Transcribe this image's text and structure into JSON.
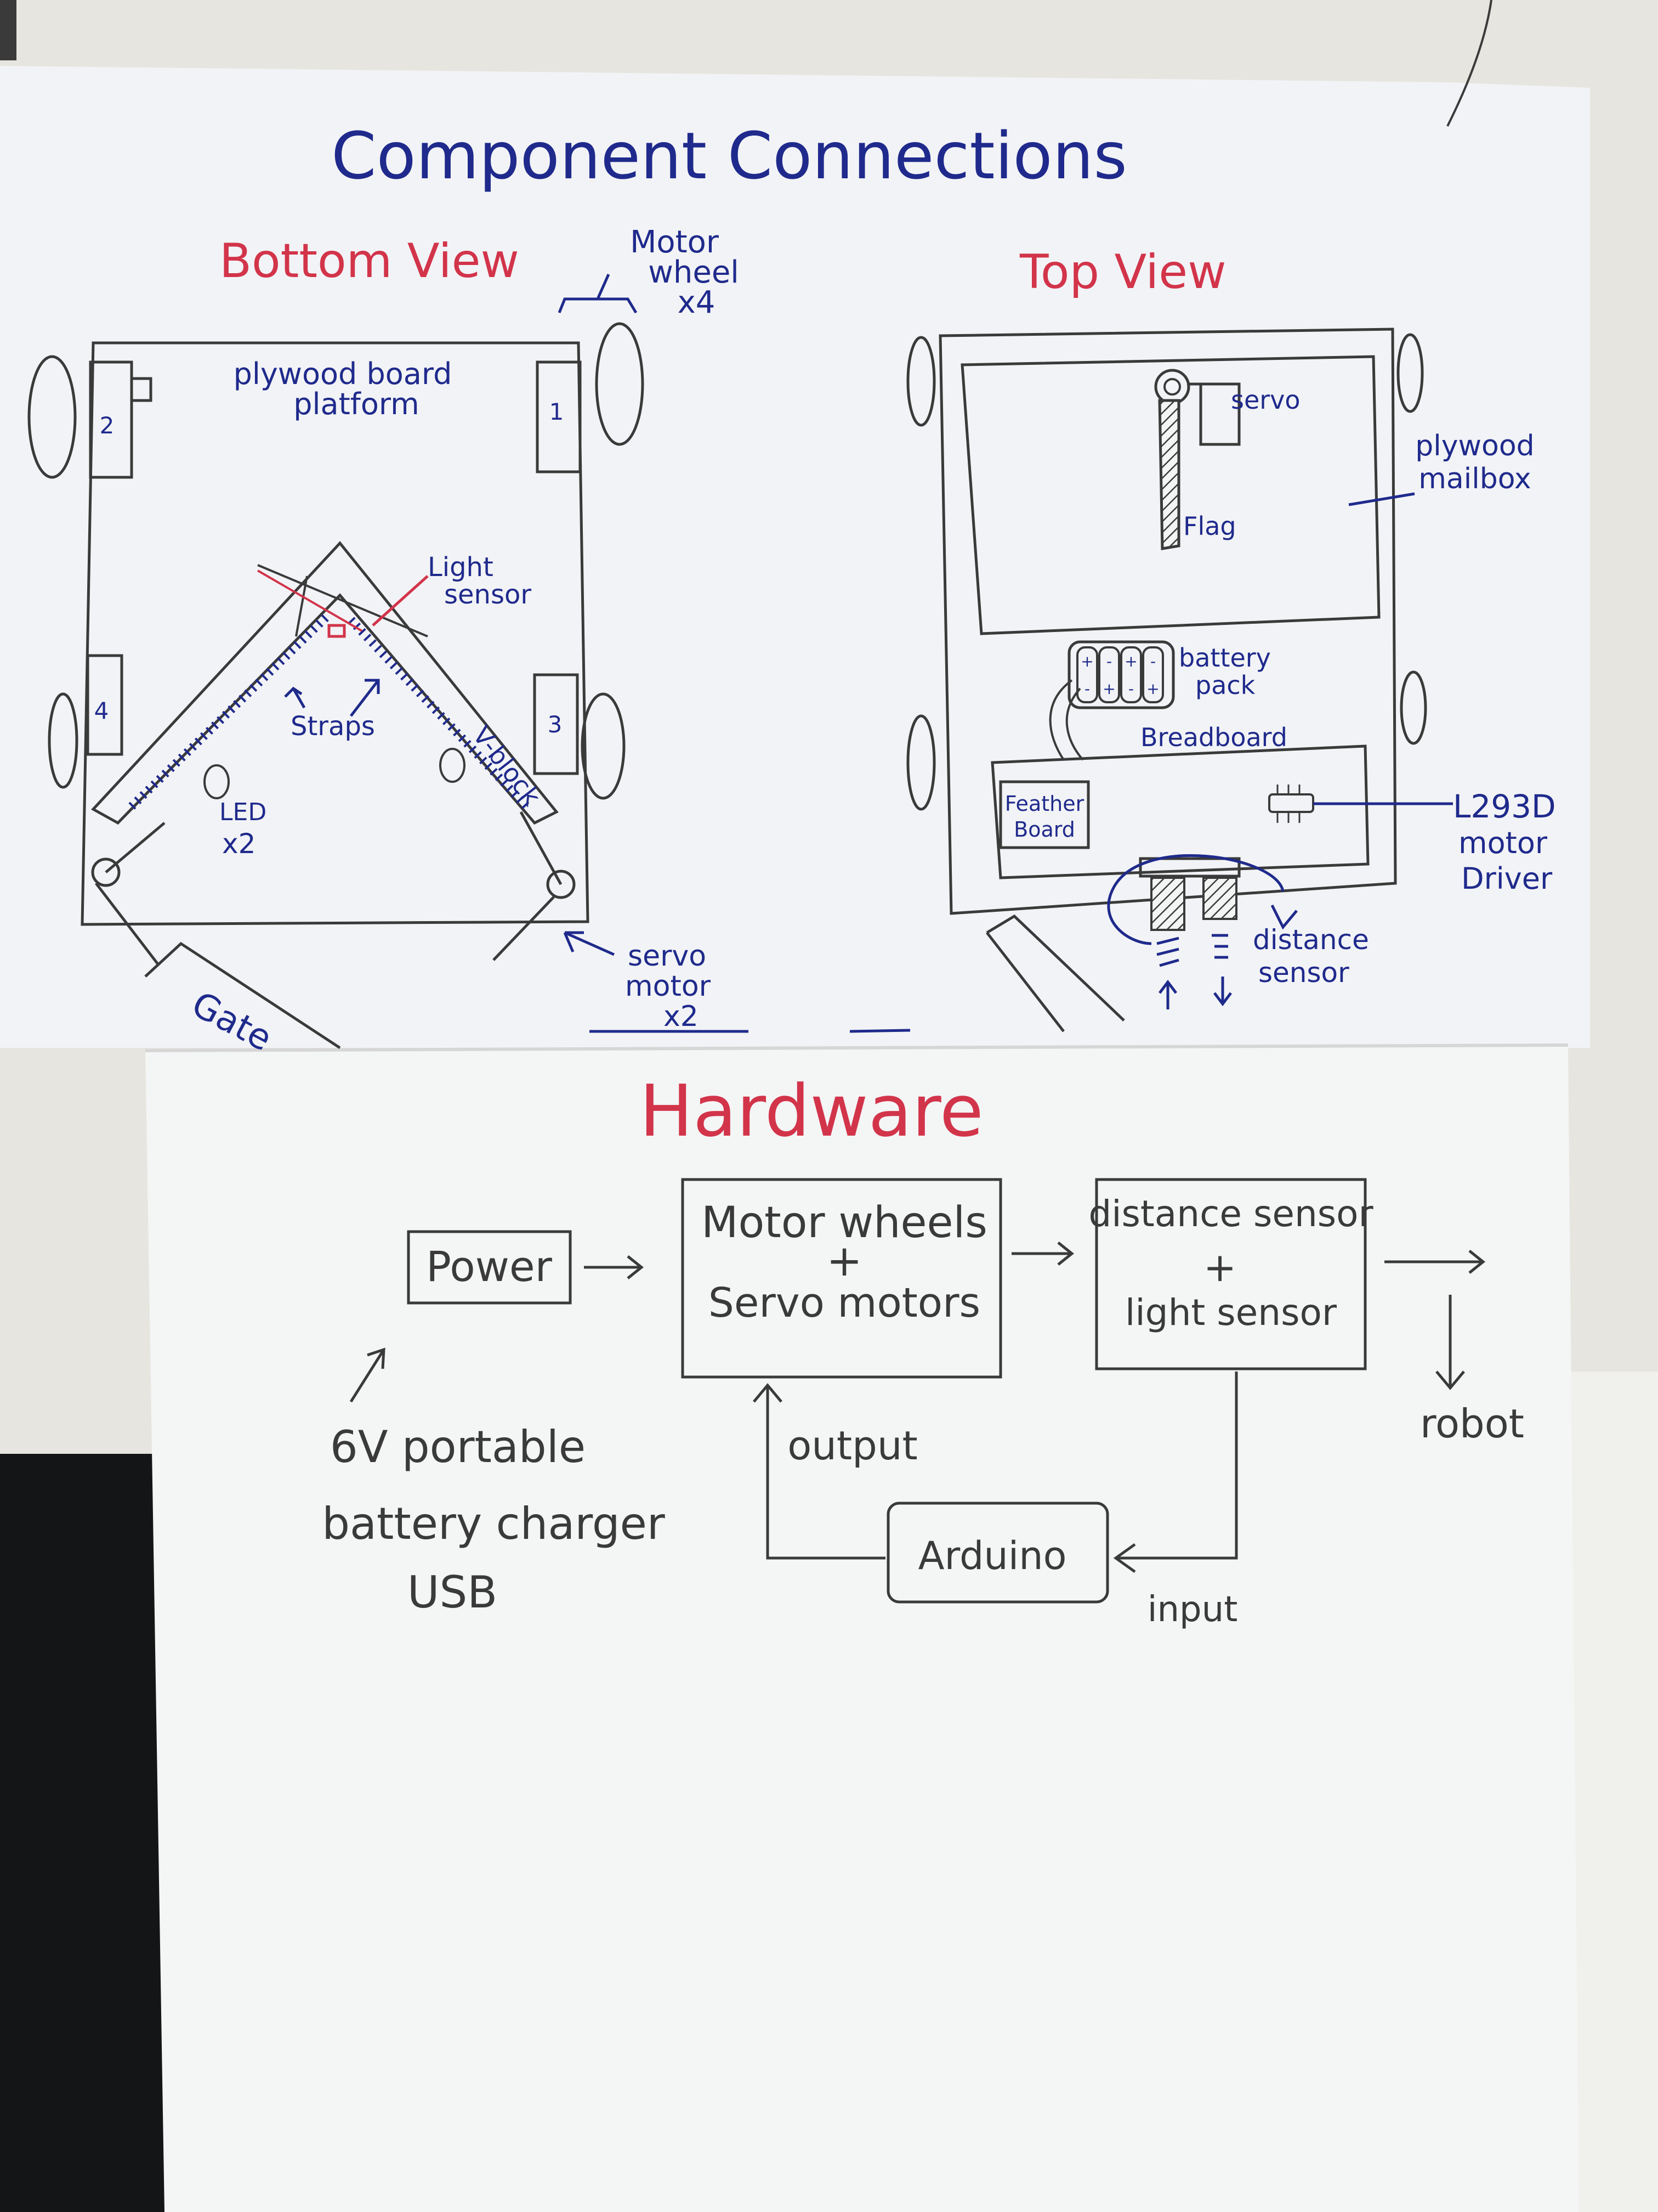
{
  "colors": {
    "blue_ink": "#1f2a8c",
    "red_ink": "#d2344a",
    "pencil": "#3a3a3a",
    "paper": "#f3f4f4"
  },
  "top_sheet": {
    "title": "Component Connections",
    "bottom_view": {
      "heading": "Bottom View",
      "motor_wheel_label": [
        "Motor",
        "wheel",
        "x4"
      ],
      "platform_label": [
        "plywood board",
        "platform"
      ],
      "motor_numbers": [
        "1",
        "2",
        "3",
        "4"
      ],
      "light_sensor_label": [
        "Light",
        "sensor"
      ],
      "straps_label": "Straps",
      "vblock_label": "V-block",
      "led_label": [
        "LED",
        "x2"
      ],
      "gate_label": "Gate",
      "servo_label": [
        "servo",
        "motor",
        "x2"
      ]
    },
    "top_view": {
      "heading": "Top View",
      "servo_label": "servo",
      "flag_label": "Flag",
      "mailbox_label": [
        "plywood",
        "mailbox"
      ],
      "battery_label": [
        "battery",
        "pack"
      ],
      "battery_signs": [
        "+",
        "-",
        "+",
        "-",
        "+",
        "-",
        "+",
        "-"
      ],
      "breadboard_label": "Breadboard",
      "feather_label": [
        "Feather",
        "Board"
      ],
      "driver_label": [
        "L293D",
        "motor",
        "Driver"
      ],
      "distance_label": [
        "distance",
        "sensor"
      ]
    }
  },
  "bottom_sheet": {
    "title": "Hardware",
    "blocks": {
      "power": "Power",
      "motors": [
        "Motor wheels",
        "+",
        "Servo motors"
      ],
      "sensors": [
        "distance sensor",
        "+",
        "light sensor"
      ],
      "arduino": "Arduino"
    },
    "labels": {
      "robot": "robot",
      "output": "output",
      "input": "input",
      "charger": [
        "6V portable",
        "battery charger",
        "USB"
      ]
    }
  }
}
